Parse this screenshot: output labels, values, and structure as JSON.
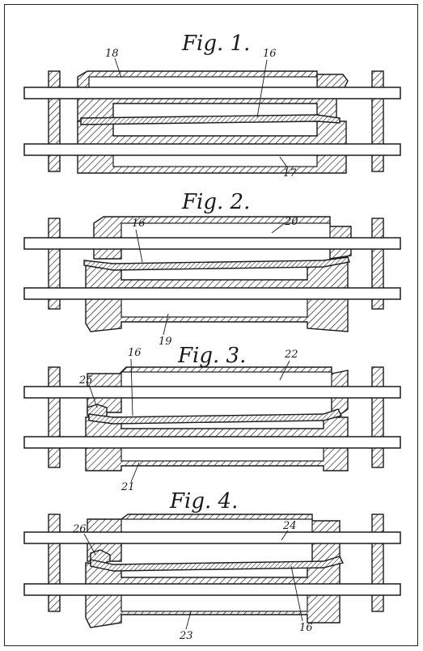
{
  "figures": [
    {
      "title": "Fig. 1.",
      "labels": {
        "upper": "18",
        "plate": "16",
        "lower": "17"
      }
    },
    {
      "title": "Fig. 2.",
      "labels": {
        "upper": "20",
        "plate": "16",
        "lower": "19"
      }
    },
    {
      "title": "Fig. 3.",
      "labels": {
        "upper": "22",
        "plate": "16",
        "lower": "21",
        "detail": "25"
      }
    },
    {
      "title": "Fig. 4.",
      "labels": {
        "upper": "24",
        "plate": "16",
        "lower": "23",
        "detail": "26"
      }
    }
  ],
  "colors": {
    "ink": "#1a1a1a",
    "paper": "#ffffff"
  }
}
